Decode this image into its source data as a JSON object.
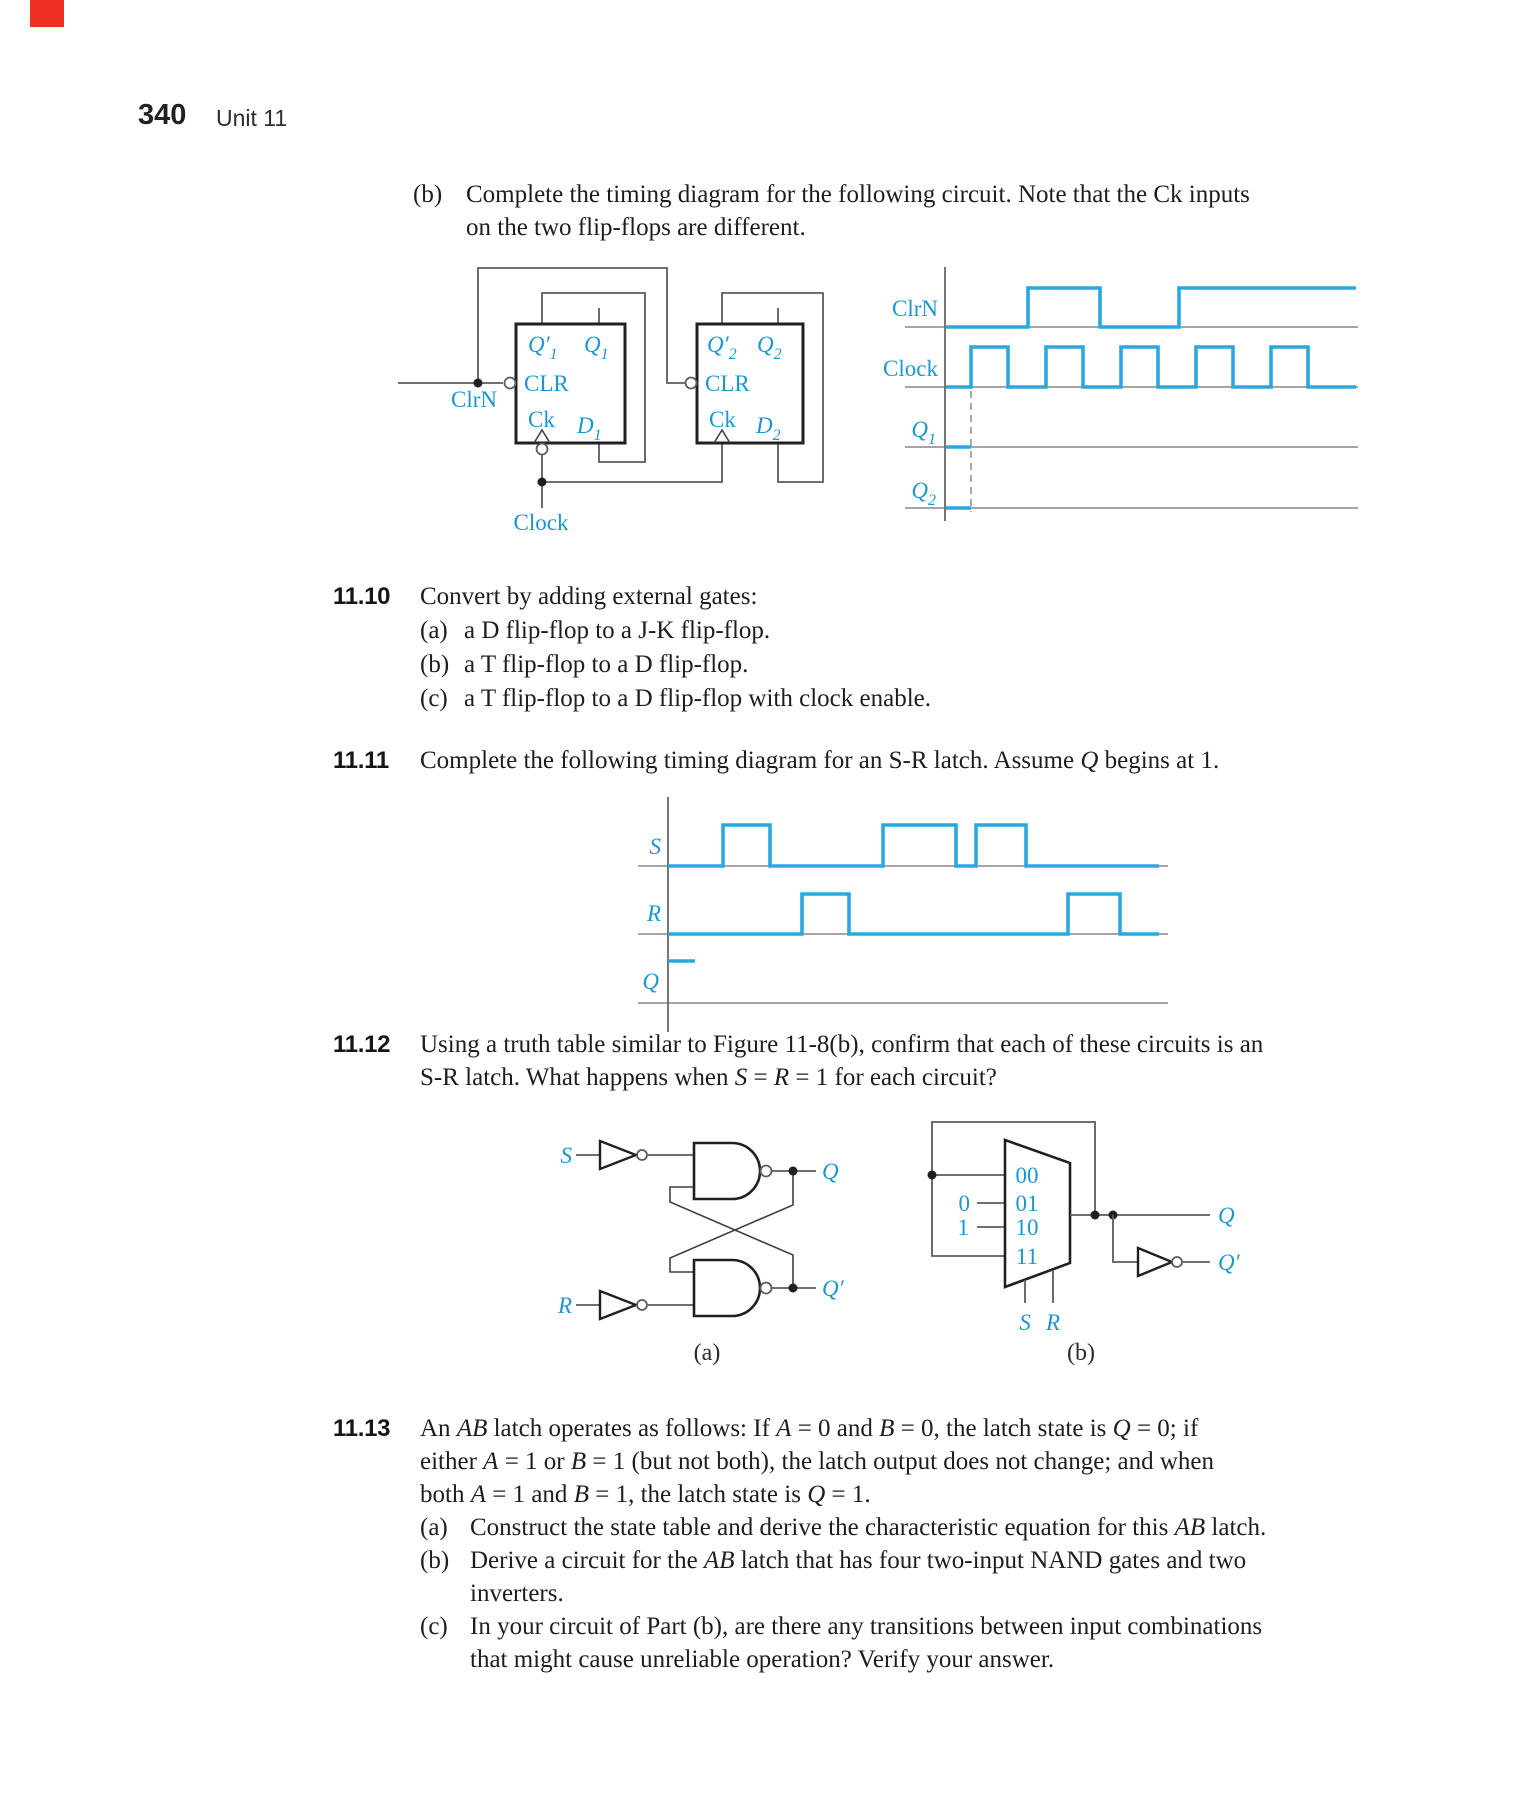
{
  "colors": {
    "marker_red": "#ee3123",
    "wave_blue": "#29a8df",
    "label_blue": "#1b96cf"
  },
  "header": {
    "page_number": "340",
    "unit": "Unit 11"
  },
  "prob_b": {
    "tag": "(b)",
    "line1": "Complete the timing diagram for the following circuit. Note that the Ck inputs",
    "line2": "on the two flip-flops are different."
  },
  "p1110": {
    "num": "11.10",
    "intro": "Convert by adding external gates:",
    "items": [
      {
        "tag": "(a)",
        "text": "a D flip-flop to a J-K flip-flop."
      },
      {
        "tag": "(b)",
        "text": "a T flip-flop to a D flip-flop."
      },
      {
        "tag": "(c)",
        "text": "a T flip-flop to a D flip-flop with clock enable."
      }
    ]
  },
  "p1111": {
    "num": "11.11",
    "line": [
      {
        "t": "Complete the following timing diagram for an S-R latch. Assume "
      },
      {
        "t": "Q",
        "i": true
      },
      {
        "t": " begins at 1."
      }
    ]
  },
  "p1112": {
    "num": "11.12",
    "line1": "Using a truth table similar to Figure 11-8(b), confirm that each of these circuits is an",
    "line2": [
      {
        "t": "S-R latch. What happens when "
      },
      {
        "t": "S",
        "i": true
      },
      {
        "t": " = "
      },
      {
        "t": "R",
        "i": true
      },
      {
        "t": " = 1 for each circuit?"
      }
    ]
  },
  "p1113": {
    "num": "11.13",
    "l1": [
      {
        "t": "An "
      },
      {
        "t": "AB",
        "i": true
      },
      {
        "t": " latch operates as follows: If "
      },
      {
        "t": "A",
        "i": true
      },
      {
        "t": " = 0 and "
      },
      {
        "t": "B",
        "i": true
      },
      {
        "t": " = 0, the latch state is "
      },
      {
        "t": "Q",
        "i": true
      },
      {
        "t": " = 0; if"
      }
    ],
    "l2": [
      {
        "t": "either "
      },
      {
        "t": "A",
        "i": true
      },
      {
        "t": " = 1 or "
      },
      {
        "t": "B",
        "i": true
      },
      {
        "t": " = 1 (but not both), the latch output does not change; and when"
      }
    ],
    "l3": [
      {
        "t": "both "
      },
      {
        "t": "A",
        "i": true
      },
      {
        "t": " = 1 and "
      },
      {
        "t": "B",
        "i": true
      },
      {
        "t": " = 1, the latch state is "
      },
      {
        "t": "Q",
        "i": true
      },
      {
        "t": " = 1."
      }
    ],
    "item_a": {
      "tag": "(a)",
      "segs": [
        {
          "t": "Construct the state table and derive the characteristic equation for this "
        },
        {
          "t": "AB",
          "i": true
        },
        {
          "t": " latch."
        }
      ]
    },
    "item_b": {
      "tag": "(b)",
      "segs": [
        {
          "t": "Derive a circuit for the "
        },
        {
          "t": "AB",
          "i": true
        },
        {
          "t": " latch that has four two-input NAND gates and two"
        }
      ]
    },
    "item_b_cont": "inverters.",
    "item_c": {
      "tag": "(c)",
      "segs": [
        {
          "t": "In your circuit of Part (b), are there any transitions between input combinations"
        }
      ]
    },
    "item_c_cont": "that might cause unreliable operation? Verify your answer."
  },
  "fig1": {
    "clrn_label": "ClrN",
    "clock_label": "Clock",
    "ff1": {
      "qp": "Q′",
      "qp_sub": "1",
      "q": "Q",
      "q_sub": "1",
      "clr": "CLR",
      "ck": "Ck",
      "d": "D",
      "d_sub": "1"
    },
    "ff2": {
      "qp": "Q′",
      "qp_sub": "2",
      "q": "Q",
      "q_sub": "2",
      "clr": "CLR",
      "ck": "Ck",
      "d": "D",
      "d_sub": "2"
    },
    "timing": {
      "clrn": "ClrN",
      "clock": "Clock",
      "q1": "Q",
      "q1_sub": "1",
      "q2": "Q",
      "q2_sub": "2",
      "clrn_wave": [
        [
          946,
          327
        ],
        [
          1028,
          327
        ],
        [
          1028,
          288
        ],
        [
          1100,
          288
        ],
        [
          1100,
          327
        ],
        [
          1179,
          327
        ],
        [
          1179,
          288
        ],
        [
          1356,
          288
        ]
      ],
      "clock_wave": [
        [
          946,
          387
        ],
        [
          971,
          387
        ],
        [
          971,
          347
        ],
        [
          1008,
          347
        ],
        [
          1008,
          387
        ],
        [
          1046,
          387
        ],
        [
          1046,
          347
        ],
        [
          1083,
          347
        ],
        [
          1083,
          387
        ],
        [
          1121,
          387
        ],
        [
          1121,
          347
        ],
        [
          1158,
          347
        ],
        [
          1158,
          387
        ],
        [
          1196,
          387
        ],
        [
          1196,
          347
        ],
        [
          1233,
          347
        ],
        [
          1233,
          387
        ],
        [
          1271,
          387
        ],
        [
          1271,
          347
        ],
        [
          1308,
          347
        ],
        [
          1308,
          387
        ],
        [
          1356,
          387
        ]
      ],
      "q1_wave": [
        [
          946,
          447
        ],
        [
          971,
          447
        ]
      ],
      "q2_wave": [
        [
          946,
          508
        ],
        [
          971,
          508
        ]
      ]
    }
  },
  "fig2": {
    "s": "S",
    "r": "R",
    "q": "Q",
    "s_wave": [
      [
        668,
        866
      ],
      [
        723,
        866
      ],
      [
        723,
        825
      ],
      [
        770,
        825
      ],
      [
        770,
        866
      ],
      [
        883,
        866
      ],
      [
        883,
        825
      ],
      [
        956,
        825
      ],
      [
        956,
        866
      ],
      [
        976,
        866
      ],
      [
        976,
        825
      ],
      [
        1026,
        825
      ],
      [
        1026,
        866
      ],
      [
        1159,
        866
      ]
    ],
    "r_wave": [
      [
        668,
        934
      ],
      [
        802,
        934
      ],
      [
        802,
        894
      ],
      [
        849,
        894
      ],
      [
        849,
        934
      ],
      [
        1068,
        934
      ],
      [
        1068,
        894
      ],
      [
        1120,
        894
      ],
      [
        1120,
        934
      ],
      [
        1159,
        934
      ]
    ],
    "q_wave": [
      [
        668,
        961
      ],
      [
        695,
        961
      ]
    ]
  },
  "fig3a": {
    "s": "S",
    "r": "R",
    "q": "Q",
    "qp": "Q′",
    "caption": "(a)"
  },
  "fig3b": {
    "in00": "00",
    "in01": "01",
    "in10": "10",
    "in11": "11",
    "zero": "0",
    "one": "1",
    "s": "S",
    "r": "R",
    "q": "Q",
    "qp": "Q′",
    "caption": "(b)"
  }
}
